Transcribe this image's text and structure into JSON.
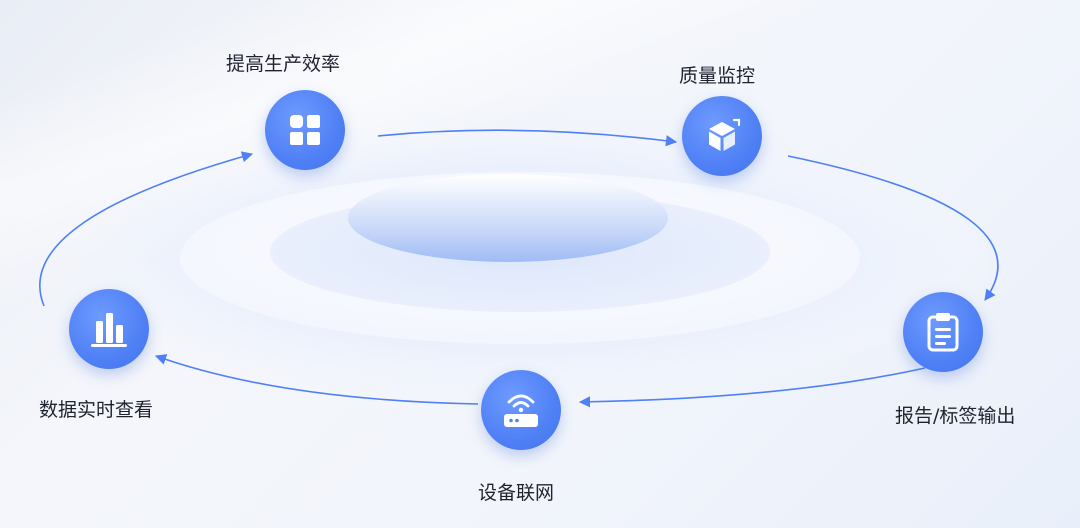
{
  "accent_color": "#4f80f5",
  "nodes": [
    {
      "id": "efficiency",
      "label": "提高生产效率",
      "icon": "grid-icon"
    },
    {
      "id": "quality",
      "label": "质量监控",
      "icon": "cube-icon"
    },
    {
      "id": "report",
      "label": "报告/标签输出",
      "icon": "clipboard-icon"
    },
    {
      "id": "network",
      "label": "设备联网",
      "icon": "router-icon"
    },
    {
      "id": "data",
      "label": "数据实时查看",
      "icon": "bar-chart-icon"
    }
  ]
}
